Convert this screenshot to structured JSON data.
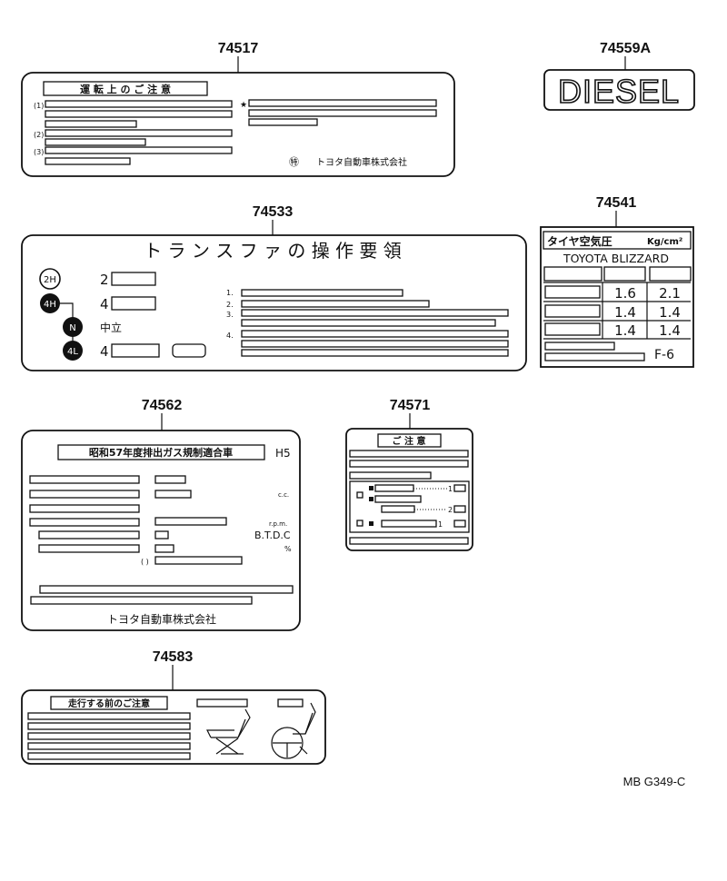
{
  "parts": {
    "p74517": "74517",
    "p74559a": "74559A",
    "p74541": "74541",
    "p74533": "74533",
    "p74562": "74562",
    "p74571": "74571",
    "p74583": "74583"
  },
  "label_74517": {
    "title": "運 転 上 の ご 注 意",
    "item1": "(1)",
    "item2": "(2)",
    "item3": "(3)",
    "star": "★",
    "logo": "㊕",
    "maker": "トヨタ自動車株式会社"
  },
  "label_74559a": {
    "text": "DIESEL"
  },
  "label_74541": {
    "title": "タイヤ空気圧",
    "unit": "Kg/cm²",
    "model": "TOYOTA BLIZZARD",
    "rows": [
      [
        "1.6",
        "2.1"
      ],
      [
        "1.4",
        "1.4"
      ],
      [
        "1.4",
        "1.4"
      ]
    ],
    "code": "F-6"
  },
  "label_74533": {
    "title": "ト ラ ン ス フ ァ の 操 作 要 領",
    "modes": [
      {
        "badge": "2H",
        "label": "2"
      },
      {
        "badge": "4H",
        "label": "4"
      },
      {
        "badge": "N",
        "label": "中立"
      },
      {
        "badge": "4L",
        "label": "4"
      }
    ],
    "steps": [
      "1.",
      "2.",
      "3.",
      "4."
    ]
  },
  "label_74562": {
    "title": "昭和57年度排出ガス規制適合車",
    "code": "H5",
    "unit_cc": "c.c.",
    "unit_rpm": "r.p.m.",
    "unit_btdc": "B.T.D.C",
    "unit_pct": "%",
    "paren": "( )",
    "maker": "トヨタ自動車株式会社"
  },
  "label_74571": {
    "title": "ご 注 意",
    "n1": "1",
    "n2": "2",
    "n3": "1"
  },
  "label_74583": {
    "title": "走行する前のご注意"
  },
  "drawing_code": "MB G349-C"
}
